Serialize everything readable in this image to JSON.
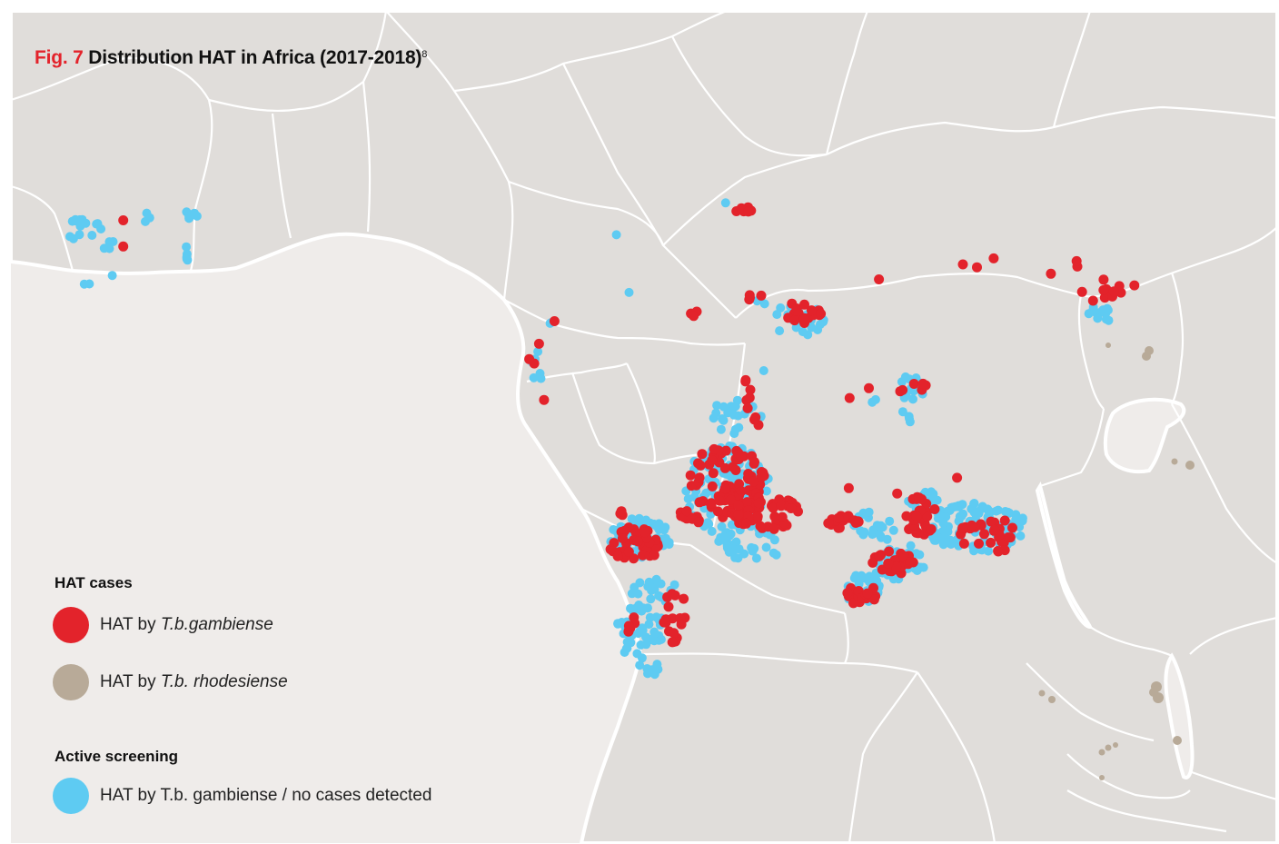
{
  "title": {
    "fig_label": "Fig. 7",
    "text": "Distribution HAT in Africa (2017-2018)",
    "footnote": "8"
  },
  "legend": {
    "cases_heading": "HAT cases",
    "gambiense": {
      "prefix": "HAT by ",
      "species": "T.b.gambiense",
      "color": "#e3232b"
    },
    "rhodesiense": {
      "prefix": "HAT by ",
      "species": "T.b. rhodesiense",
      "color": "#b8aa98"
    },
    "screening_heading": "Active screening",
    "screening": {
      "label": "HAT by T.b. gambiense / no cases detected",
      "color": "#5ecbf2"
    }
  },
  "colors": {
    "ocean": "#efecea",
    "land": "#e0ddda",
    "border": "#ffffff",
    "lake": "#efecea"
  }
}
